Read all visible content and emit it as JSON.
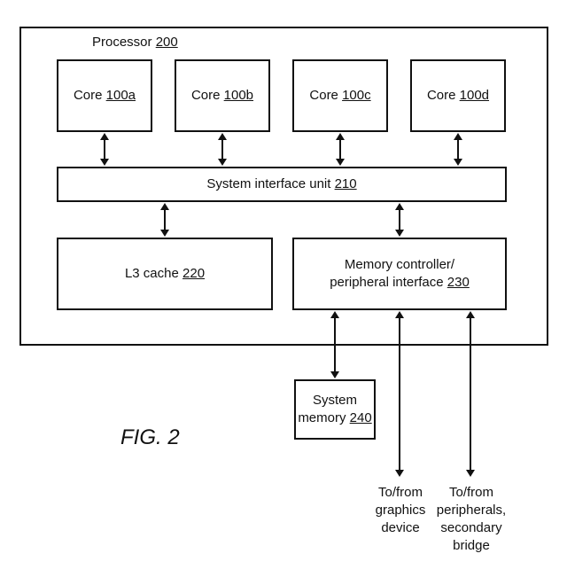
{
  "processor": {
    "label": "Processor",
    "ref": "200"
  },
  "cores": [
    {
      "label": "Core",
      "ref": "100a"
    },
    {
      "label": "Core",
      "ref": "100b"
    },
    {
      "label": "Core",
      "ref": "100c"
    },
    {
      "label": "Core",
      "ref": "100d"
    }
  ],
  "siu": {
    "label": "System interface unit",
    "ref": "210"
  },
  "l3": {
    "label": "L3 cache",
    "ref": "220"
  },
  "memctl": {
    "line1": "Memory controller/",
    "line2_label": "peripheral interface",
    "ref": "230"
  },
  "sysmem": {
    "line1": "System",
    "line2_label": "memory",
    "ref": "240"
  },
  "figure": "FIG. 2",
  "external": {
    "graphics": [
      "To/from",
      "graphics",
      "device"
    ],
    "peripherals": [
      "To/from",
      "peripherals,",
      "secondary",
      "bridge"
    ]
  }
}
